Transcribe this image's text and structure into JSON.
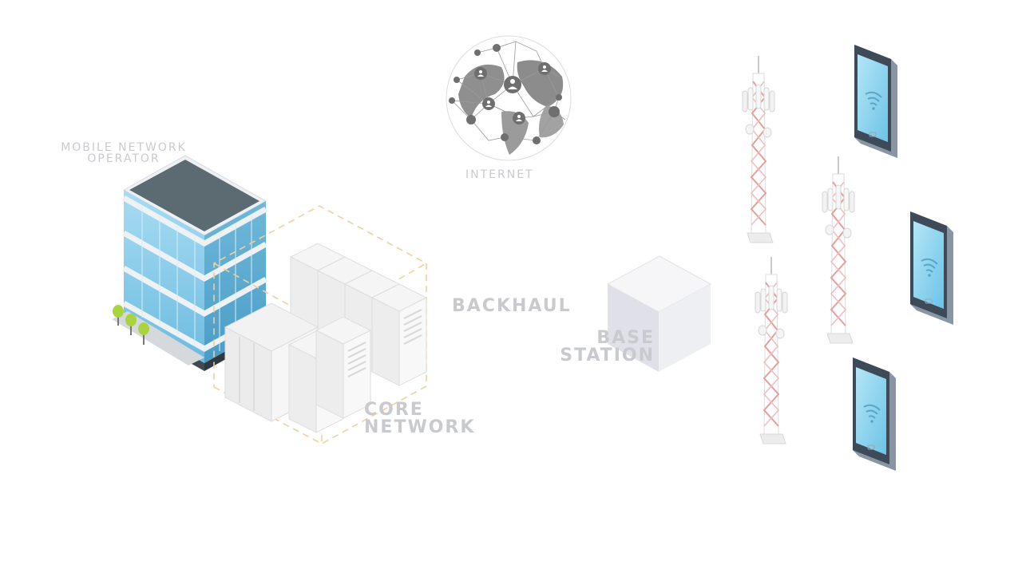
{
  "labels": {
    "operator": [
      "MOBILE NETWORK",
      "OPERATOR"
    ],
    "internet": "INTERNET",
    "backhaul": "BACKHAUL",
    "base_station": [
      "BASE",
      "STATION"
    ],
    "core_network": [
      "CORE",
      "NETWORK"
    ]
  },
  "colors": {
    "label": "#c9cacd",
    "building_glass": "#7fc6e8",
    "building_roof": "#5d6a70",
    "tower_red": "#e7a3a3",
    "phone_screen": "#8fd3ee",
    "dashed_outline": "#f3d7a3"
  },
  "icons": [
    "office-building-icon",
    "server-rack-icon",
    "globe-network-icon",
    "cube-base-station-icon",
    "cell-tower-icon",
    "smartphone-wifi-icon"
  ]
}
